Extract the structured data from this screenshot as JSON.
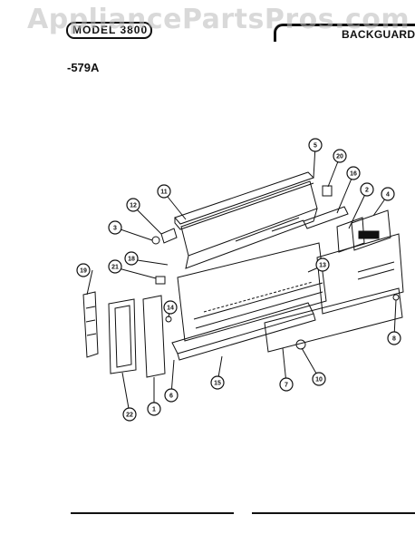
{
  "header": {
    "watermark": "AppliancePartsPros.com",
    "model": "MODEL 3800",
    "section": "BACKGUARD",
    "part_number": "-579A"
  },
  "callouts": [
    "5",
    "20",
    "16",
    "11",
    "12",
    "2",
    "4",
    "3",
    "18",
    "13",
    "19",
    "21",
    "14",
    "1",
    "6",
    "15",
    "7",
    "10",
    "8",
    "22"
  ]
}
